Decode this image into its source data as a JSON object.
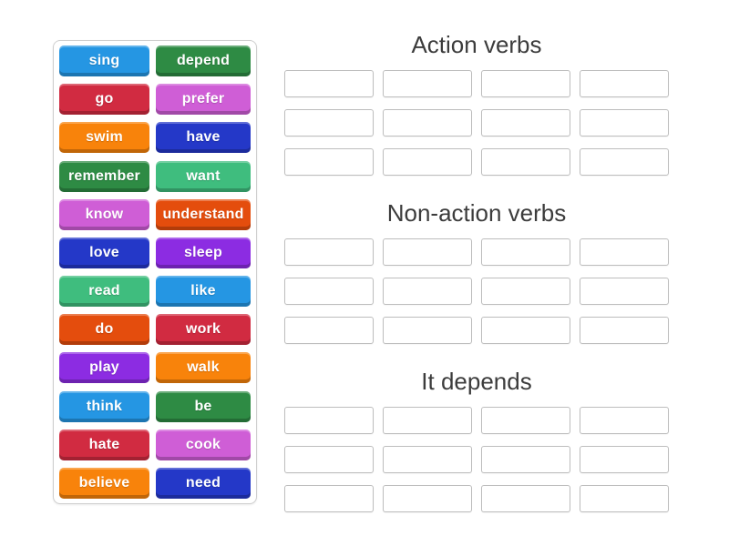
{
  "activity": {
    "type": "group-sort"
  },
  "word_bank": {
    "tiles": [
      {
        "label": "sing",
        "color": "#2596e3"
      },
      {
        "label": "depend",
        "color": "#2e8b44"
      },
      {
        "label": "go",
        "color": "#d12b41"
      },
      {
        "label": "prefer",
        "color": "#cf5ed6"
      },
      {
        "label": "swim",
        "color": "#f8830b"
      },
      {
        "label": "have",
        "color": "#2438c8"
      },
      {
        "label": "remember",
        "color": "#2e8b44"
      },
      {
        "label": "want",
        "color": "#3fbd7e"
      },
      {
        "label": "know",
        "color": "#cf5ed6"
      },
      {
        "label": "understand",
        "color": "#e44d0d"
      },
      {
        "label": "love",
        "color": "#2438c8"
      },
      {
        "label": "sleep",
        "color": "#8c2ce2"
      },
      {
        "label": "read",
        "color": "#3fbd7e"
      },
      {
        "label": "like",
        "color": "#2596e3"
      },
      {
        "label": "do",
        "color": "#e44d0d"
      },
      {
        "label": "work",
        "color": "#d12b41"
      },
      {
        "label": "play",
        "color": "#8c2ce2"
      },
      {
        "label": "walk",
        "color": "#f8830b"
      },
      {
        "label": "think",
        "color": "#2596e3"
      },
      {
        "label": "be",
        "color": "#2e8b44"
      },
      {
        "label": "hate",
        "color": "#d12b41"
      },
      {
        "label": "cook",
        "color": "#cf5ed6"
      },
      {
        "label": "believe",
        "color": "#f8830b"
      },
      {
        "label": "need",
        "color": "#2438c8"
      }
    ]
  },
  "groups": [
    {
      "title": "Action verbs",
      "slot_rows": 3,
      "slot_cols": 4
    },
    {
      "title": "Non-action verbs",
      "slot_rows": 3,
      "slot_cols": 4
    },
    {
      "title": "It depends",
      "slot_rows": 3,
      "slot_cols": 4
    }
  ],
  "colors": {
    "page_background": "#ffffff",
    "header_text": "#3c3c3c",
    "slot_border": "#bdbdbd",
    "panel_border": "#cfcfcf"
  }
}
